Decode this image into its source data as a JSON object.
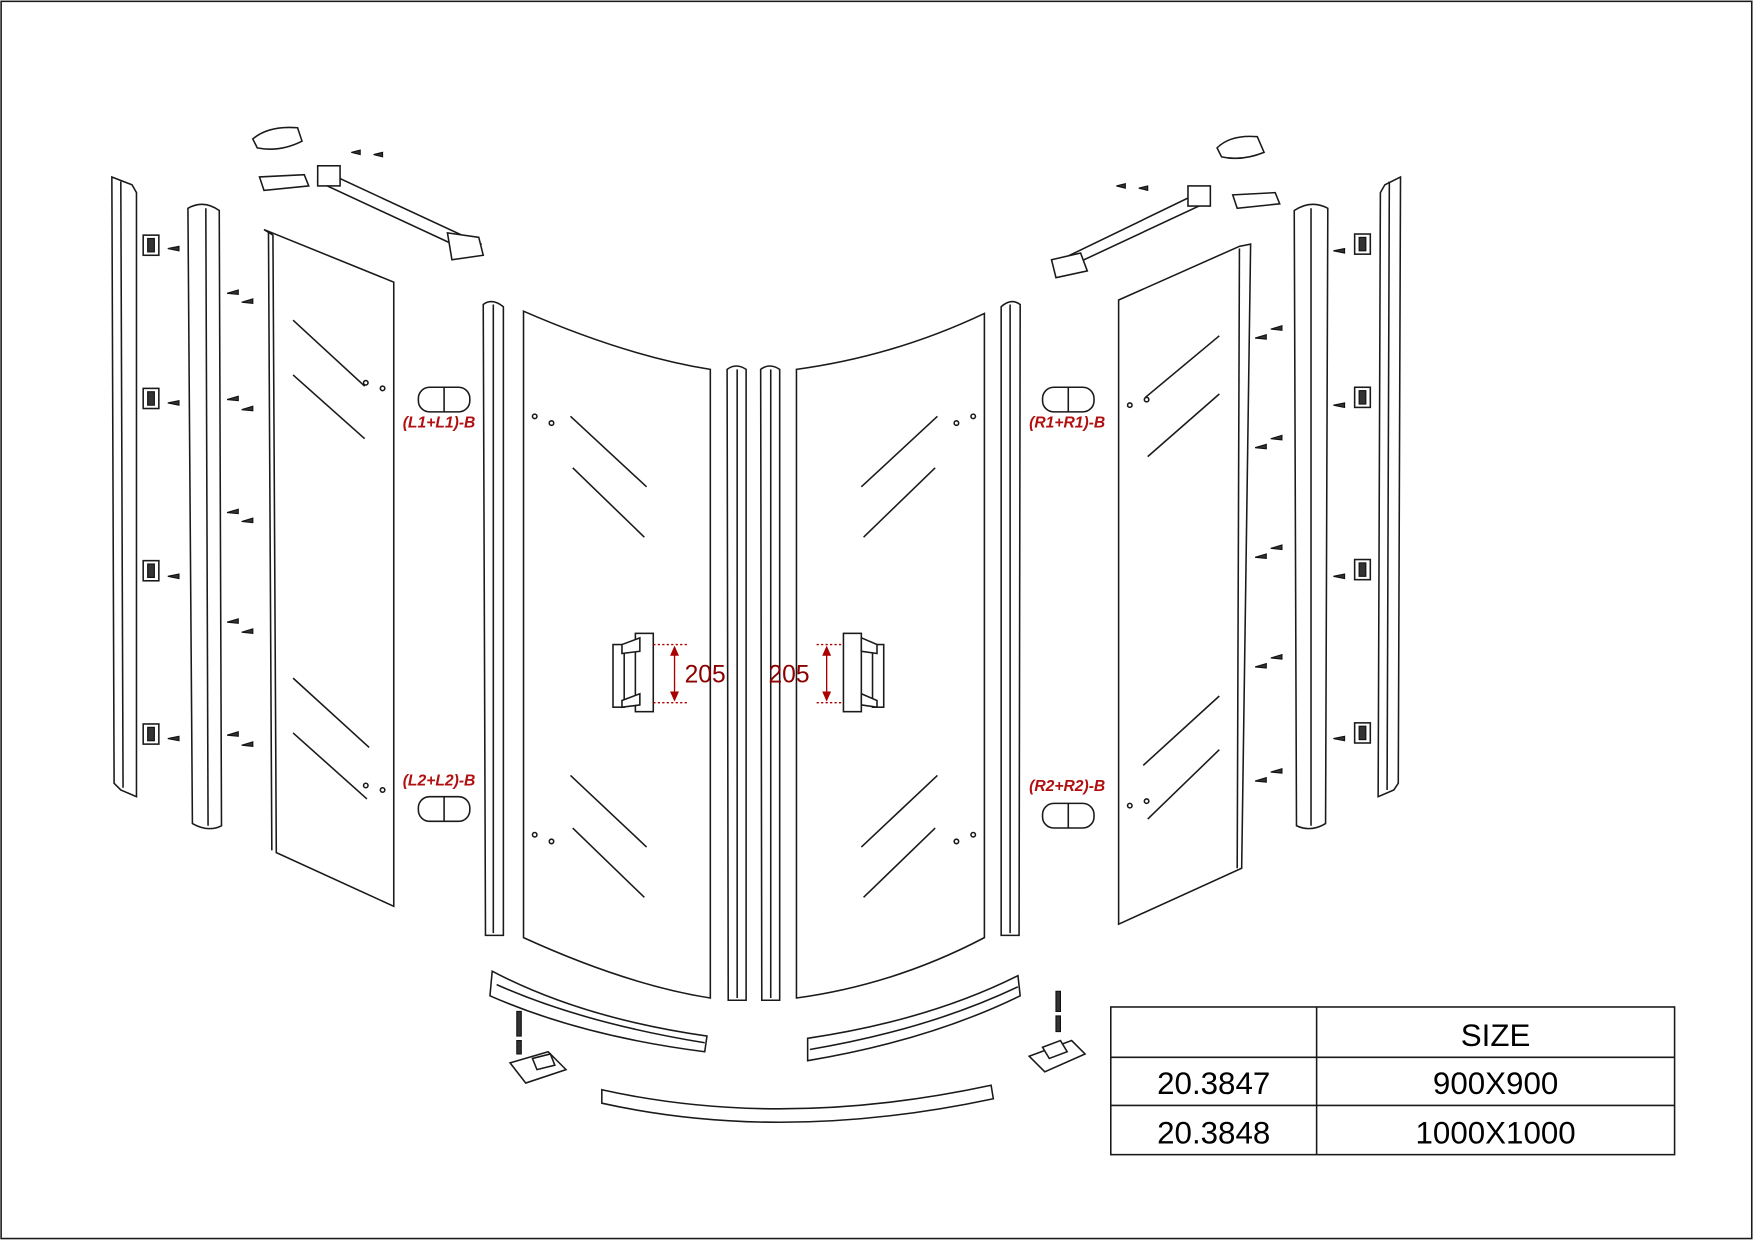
{
  "hinge_labels": {
    "left_top": "(L1+L1)-B",
    "left_bottom": "(L2+L2)-B",
    "right_top": "(R1+R1)-B",
    "right_bottom": "(R2+R2)-B"
  },
  "handle_dimensions": {
    "left": "205",
    "right": "205"
  },
  "size_table": {
    "header": [
      "",
      "SIZE"
    ],
    "rows": [
      {
        "code": "20.3847",
        "size": "900X900"
      },
      {
        "code": "20.3848",
        "size": "1000X1000"
      }
    ]
  },
  "colors": {
    "label_red": "#b01010",
    "dimension_red": "#8b0000",
    "line": "#1a1a1a"
  }
}
